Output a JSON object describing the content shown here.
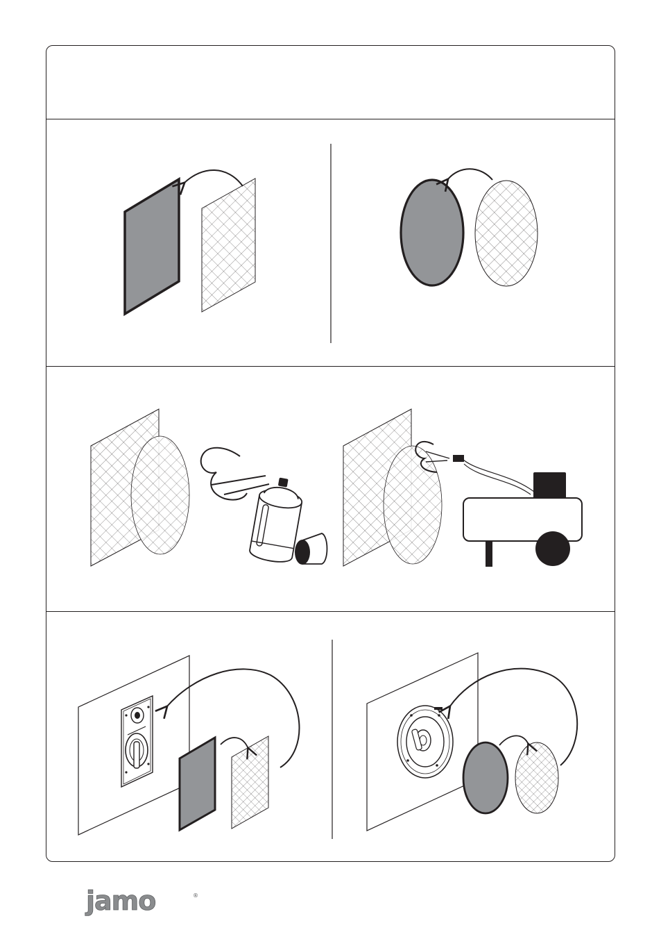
{
  "document": {
    "brand": {
      "name": "jamo",
      "registered_mark": "®"
    },
    "colors": {
      "line": "#231f20",
      "grille_fill": "#939598",
      "logo_fill": "#8a8c8e"
    },
    "panels": [
      {
        "id": "remove-square-cloth",
        "icon": "square-grille-cloth-removal-illustration"
      },
      {
        "id": "remove-round-cloth",
        "icon": "round-grille-cloth-removal-illustration"
      },
      {
        "id": "clean-spray",
        "icon": "spray-can-cleaning-illustration"
      },
      {
        "id": "clean-compressor",
        "icon": "air-compressor-cleaning-illustration"
      },
      {
        "id": "refit-square",
        "icon": "square-speaker-refit-illustration"
      },
      {
        "id": "refit-round",
        "icon": "round-speaker-refit-illustration"
      }
    ]
  }
}
